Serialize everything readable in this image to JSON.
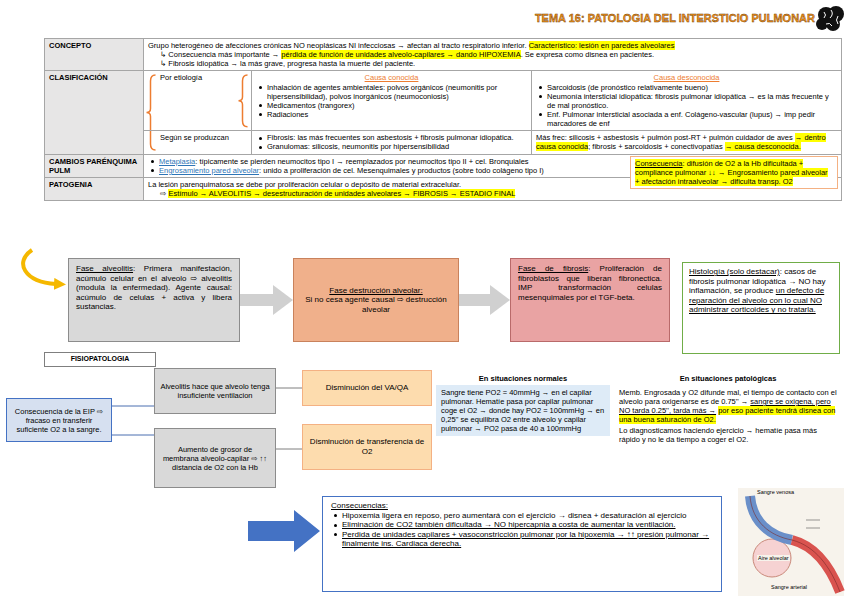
{
  "diagram": {
    "title": "TEMA 16: PATOLOGIA DEL INTERSTICIO PULMONAR",
    "nodes": [
      {
        "text": [
          "Consecuencia",
          ": difusión de O2 a la Hb dificultada + compliance pulmonar ↓↓ → Engrosamiento pared alveolar + afectación intraalveolar → dificulta transp. O2"
        ]
      },
      {
        "text": [
          "Fase alveolitis",
          ": Primera manifestación, acúmulo celular en el alveolo ⇨ alveolitis (modula la enfermedad). Agente causal: acúmulo de celulas + activa y libera sustancias."
        ]
      },
      {
        "text": [
          "Fase destrucción alveolar:",
          "Si no cesa agente causal ⇨ destrucción alveolar"
        ]
      },
      {
        "text": [
          "Fase de fibrosis",
          ": Proliferación de fibroblastos que liberan fibronectica. IMP transformación celulas mesenquimales por el TGF-beta."
        ]
      },
      {
        "text": [
          "Histología (solo destacar)",
          ": casos de fibrosis pulmonar idiopática → NO hay inflamación, se produce",
          "un defecto de reparación del alveolo con lo cual NO administrar corticoides y no tratarla."
        ]
      },
      {
        "text": [
          "FISIOPATOLOGIA"
        ]
      },
      {
        "text": [
          "Consecuencia de la EIP ⇨ fracaso en transferir suficiente O2 a la sangre."
        ]
      },
      {
        "text": [
          "Alveolitis hace que alveolo tenga insuficiente ventilacion"
        ]
      },
      {
        "text": [
          "Aumento de grosor de membrana alveolo-capilar ⇨ ↑↑ distancia de O2 con la Hb"
        ]
      },
      {
        "text": [
          "Disminución del VA/QA"
        ]
      },
      {
        "text": [
          "Disminución de transferencia de O2"
        ]
      },
      {
        "text": [
          "En situaciones normales",
          "Sangre tiene PO2 = 40mmHg → en el capilar pulmonar. Hematíe pasa por capilar pulmonar coge el O2 → donde hay PO2 = 100mmHg → en 0,25'' se equilibra O2 entre alveolo y capilar pulmonar → PO2 pasa de 40 a 100mmHg"
        ]
      },
      {
        "text": [
          "En situaciones patológicas",
          "Memb. Engrosada y O2 difunde mal, el tiempo de contacto con el alveolo para oxigenarse es de 0.75'' →",
          "sangre se oxigena, pero NO tarda 0.25'', tarda más →",
          "por eso paciente tendrá disnea con una buena saturación de O2.",
          "Lo diagnosticamos haciendo ejercicio → hematíe pasa más rápido y no le da tiempo a coger el O2."
        ]
      },
      {
        "text": [
          "Consecuencias:",
          "Hipoxemia ligera en reposo, pero aumentará con el ejercicio → disnea + desaturación al ejercicio",
          "Eliminación de CO2 también dificultada → NO hipercapnia a costa de aumentar la ventilación.",
          "Perdida de unidades capilares + vasoconstricción pulmonar por la hipoxemia → ↑↑ presión pulmonar → finalmente ins. Cardiaca derecha."
        ]
      }
    ],
    "edges": [
      {
        "from": 1,
        "to": 2,
        "arrow": "to"
      },
      {
        "from": 2,
        "to": 3,
        "arrow": "to"
      },
      {
        "from": 6,
        "to": 7,
        "arrow": "none"
      },
      {
        "from": 6,
        "to": 8,
        "arrow": "none"
      },
      {
        "from": 7,
        "to": 9,
        "arrow": "none"
      },
      {
        "from": 8,
        "to": 10,
        "arrow": "none"
      }
    ],
    "labels": [
      "CONCEPTO",
      "Grupo heterogéneo de afecciones crónicas NO neoplásicas NI infecciosas → afectan al tracto respiratorio inferior.",
      "Característico: lesión en paredes alveolares",
      "↳ Consecuencia más importante →",
      "pérdida de función de unidades alveolo-capilares → dando HIPOXEMIA",
      ". Se expresa como disnea en pacientes.",
      "↳ Fibrosis idiopática → la más grave, progresa hasta la muerte del paciente.",
      "CLASIFICACIÓN",
      "Por etiología",
      "Causa conocida",
      "Inhalación de agentes ambientales: polvos orgánicos (neumonitis por hipersensibilidad), polvos inorgánicos (neumoconiosis)",
      "Medicamentos (trangorex)",
      "Radiaciones",
      "Causa desconocida",
      "Sarcoidosis (de pronóstico relativamente bueno)",
      "Neumonía intersticial idiopática: fibrosis pulmonar idiopática → es la más frecuente y de mal pronóstico.",
      "Enf. Pulmonar intersticial asociada a enf. Colágeno-vascular (lupus) → imp pedir marcadores de enf",
      "Según se produzcan",
      "Fibrosis: las más frecuentes son asbestosis + fibrosis pulmonar idiopática.",
      "Granulomas: silicosis, neumonitis por hipersensibilidad",
      "Más frec: silicosis + asbestosis + pulmón post-RT + pulmón cuidador de aves",
      "→ dentro causa conocida",
      "; fibrosis + sarcoidosis + conectivopatías",
      "→ causa desconocida.",
      "CAMBIOS PARÉNQUIMA PULM",
      "Metaplasia",
      ": típicamente se pierden neumocitos tipo I → reemplazados por neumocitos tipo II + cel. Bronquiales",
      "Engrosamiento pared alveolar",
      ": unido a proliferación de cel. Mesenquimales y productos (sobre todo colágeno tipo I)",
      "PATOGENIA",
      "La lesión parenquimatosa se debe por proliferación celular o depósito de material extracelular.",
      "⇨",
      "Estímulo → ALVEOLITIS → desestructuración de unidades alveolares → FIBROSIS → ESTADIO FINAL",
      "Sangre venosa",
      "Aire alveolar",
      "Sangre arterial"
    ]
  }
}
